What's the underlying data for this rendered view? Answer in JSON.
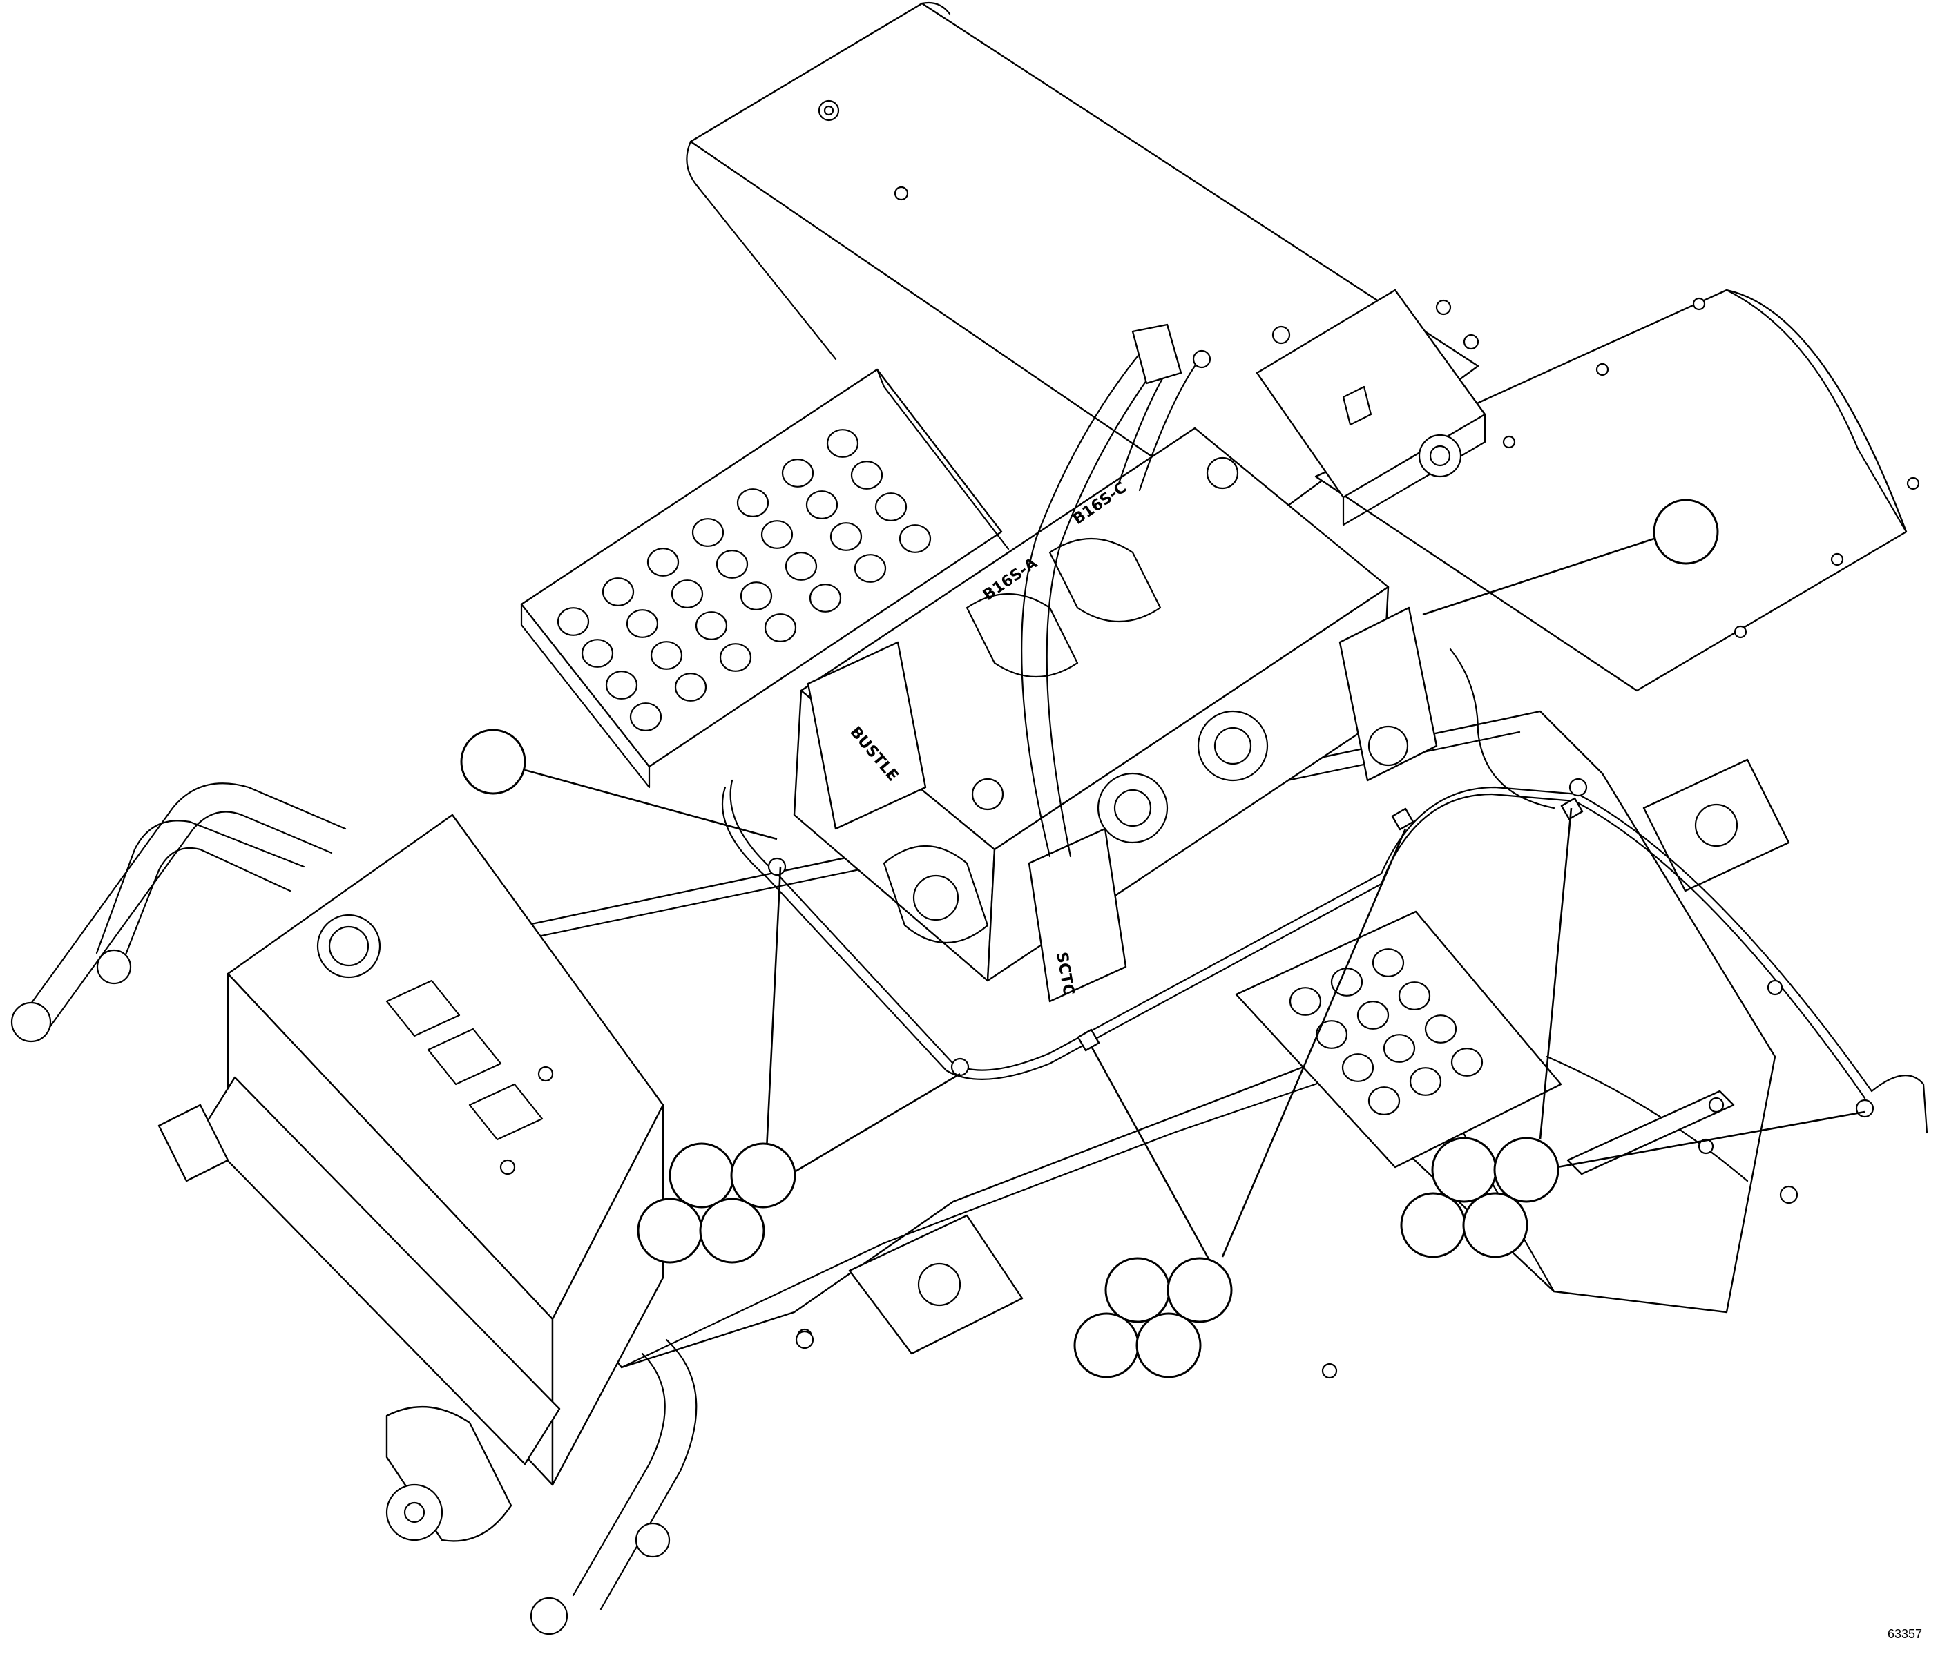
{
  "figure": {
    "drawing_number": "63357",
    "part_markings": {
      "valve_label": "BUSTLE",
      "valve_section_a": "B16S-C",
      "valve_section_b": "B16S-A",
      "block_label": "SCTC"
    }
  }
}
